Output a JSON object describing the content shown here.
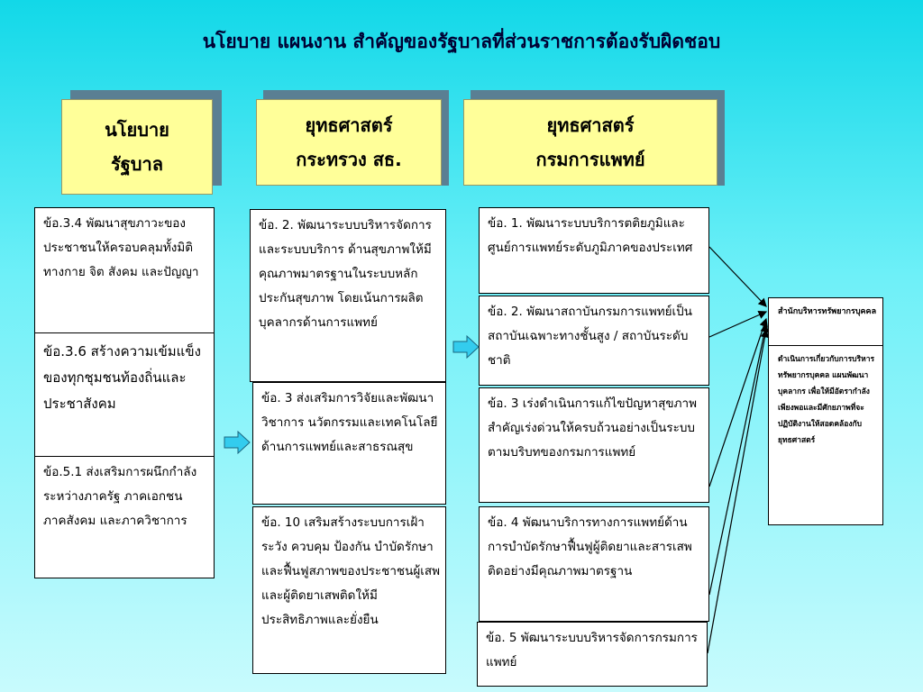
{
  "title": "นโยบาย แผนงาน สำคัญของรัฐบาลที่ส่วนราชการต้องรับผิดชอบ",
  "headers": {
    "policy": {
      "line1": "นโยบาย",
      "line2": "รัฐบาล"
    },
    "ministry": {
      "line1": "ยุทธศาสตร์",
      "line2": "กระทรวง สธ."
    },
    "department": {
      "line1": "ยุทธศาสตร์",
      "line2": "กรมการแพทย์"
    }
  },
  "policy_items": [
    "ข้อ.3.4 พัฒนาสุขภาวะของประชาชนให้ครอบคลุมทั้งมิติทางกาย จิต สังคม และปัญญา",
    "ข้อ.3.6 สร้างความเข้มแข็งของทุกชุมชนท้องถิ่นและประชาสังคม",
    "ข้อ.5.1 ส่งเสริมการผนึกกำลังระหว่างภาครัฐ ภาคเอกชน ภาคสังคม และภาควิชาการ"
  ],
  "ministry_items": [
    "ข้อ. 2. พัฒนาระบบบริหารจัดการ และระบบบริการ ด้านสุขภาพให้มีคุณภาพมาตรฐานในระบบหลักประกันสุขภาพ โดยเน้นการผลิตบุคลากรด้านการแพทย์",
    "ข้อ. 3 ส่งเสริมการวิจัยและพัฒนาวิชาการ นวัตกรรมและเทคโนโลยีด้านการแพทย์และสาธรณสุข",
    "ข้อ. 10 เสริมสร้างระบบการเฝ้าระวัง ควบคุม ป้องกัน บำบัดรักษาและฟื้นฟูสภาพของประชาชนผู้เสพและผู้ติดยาเสพติดให้มีประสิทธิภาพและยั่งยืน"
  ],
  "department_items": [
    "ข้อ. 1. พัฒนาระบบบริการตติยภูมิและศูนย์การแพทย์ระดับภูมิภาคของประเทศ",
    "ข้อ. 2. พัฒนาสถาบันกรมการแพทย์เป็นสถาบันเฉพาะทางชั้นสูง / สถาบันระดับชาติ",
    "ข้อ. 3 เร่งดำเนินการแก้ไขปัญหาสุขภาพสำคัญเร่งด่วนให้ครบถ้วนอย่างเป็นระบบตามบริบทของกรมการแพทย์",
    "ข้อ. 4 พัฒนาบริการทางการแพทย์ด้านการบำบัดรักษาฟื้นฟูผู้ติดยาและสารเสพติดอย่างมีคุณภาพมาตรฐาน",
    "ข้อ. 5 พัฒนาระบบบริหารจัดการกรมการแพทย์"
  ],
  "hr_office": {
    "name": "สำนักบริหารทรัพยากรบุคคล",
    "description": "ดำเนินการเกี่ยวกับการบริหารทรัพยากรบุคคล แผนพัฒนาบุคลากร เพื่อให้มีอัตรากำลังเพียงพอและมีศักยภาพที่จะปฏิบัติงานให้สอดคล้องกับยุทธศาสตร์"
  },
  "colors": {
    "header_bg": "#ffff99",
    "header_shadow": "#5a7f93",
    "arrow_fill": "#33ccee"
  }
}
